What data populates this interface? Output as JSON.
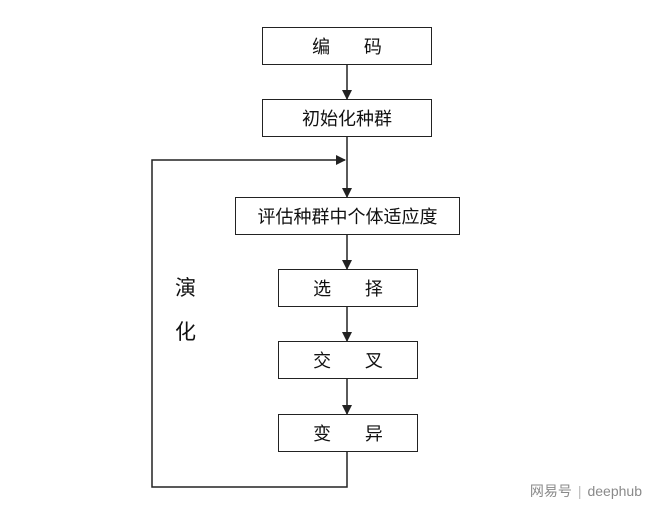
{
  "nodes": {
    "encode": "编 码",
    "init": "初始化种群",
    "evaluate": "评估种群中个体适应度",
    "select": "选 择",
    "crossover": "交 叉",
    "mutate": "变 异"
  },
  "loop_label": {
    "char1": "演",
    "char2": "化"
  },
  "watermark": {
    "brand": "网易号",
    "account": "deephub"
  },
  "colors": {
    "line": "#222222",
    "box_border": "#222222",
    "watermark": "#8a8a8a"
  }
}
